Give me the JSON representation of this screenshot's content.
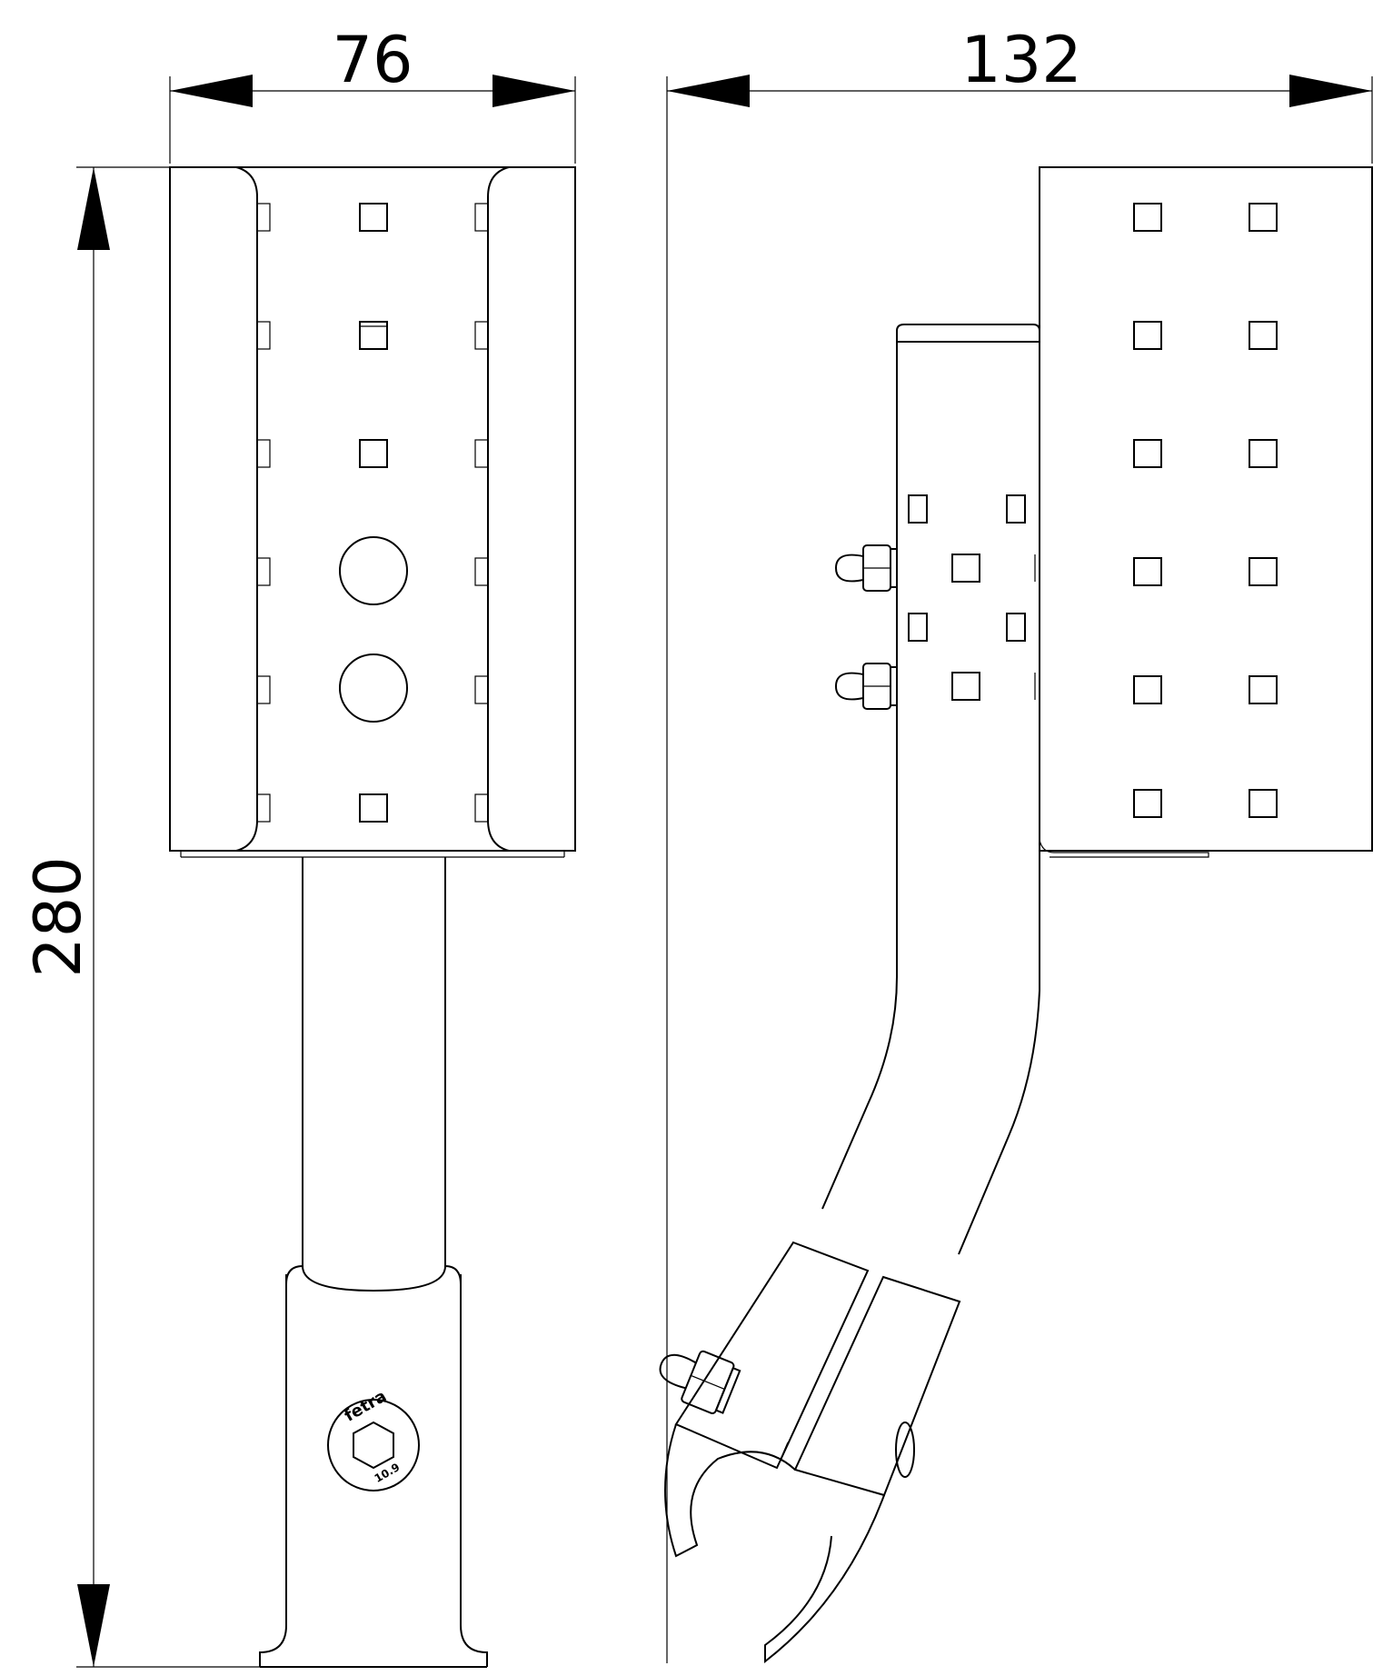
{
  "dimensions": {
    "width_front": "76",
    "width_side": "132",
    "height": "280"
  },
  "logo": {
    "brand": "fetra",
    "grade": "10.9"
  },
  "colors": {
    "line": "#000000",
    "background": "#ffffff"
  }
}
